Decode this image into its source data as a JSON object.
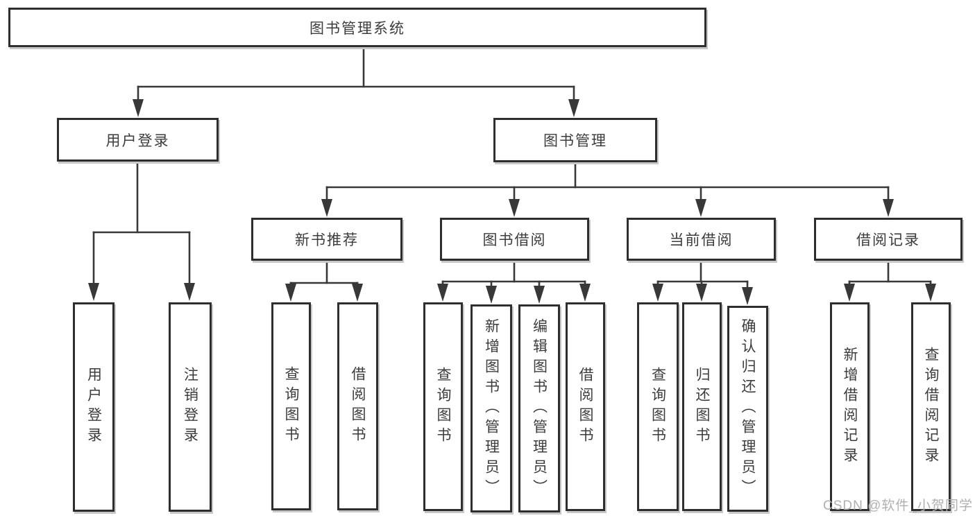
{
  "diagram": {
    "root": {
      "label": "图书管理系统"
    },
    "level2": [
      {
        "label": "用户登录",
        "children": [
          {
            "label": "用户登录"
          },
          {
            "label": "注销登录"
          }
        ]
      },
      {
        "label": "图书管理",
        "children": [
          {
            "label": "新书推荐",
            "children": [
              {
                "label": "查询图书"
              },
              {
                "label": "借阅图书"
              }
            ]
          },
          {
            "label": "图书借阅",
            "children": [
              {
                "label": "查询图书"
              },
              {
                "label": "新增图书（管理员）"
              },
              {
                "label": "编辑图书（管理员）"
              },
              {
                "label": "借阅图书"
              }
            ]
          },
          {
            "label": "当前借阅",
            "children": [
              {
                "label": "查询图书"
              },
              {
                "label": "归还图书"
              },
              {
                "label": "确认归还（管理员）"
              }
            ]
          },
          {
            "label": "借阅记录",
            "children": [
              {
                "label": "新增借阅记录"
              },
              {
                "label": "查询借阅记录"
              }
            ]
          }
        ]
      }
    ]
  },
  "watermark": {
    "text": "CSDN @软件_小贺同学"
  },
  "colors": {
    "background": "#ffffff",
    "box_border": "#2e2e2e",
    "line": "#383838",
    "text": "#3c3c3c",
    "watermark": "#b0b0b0"
  }
}
